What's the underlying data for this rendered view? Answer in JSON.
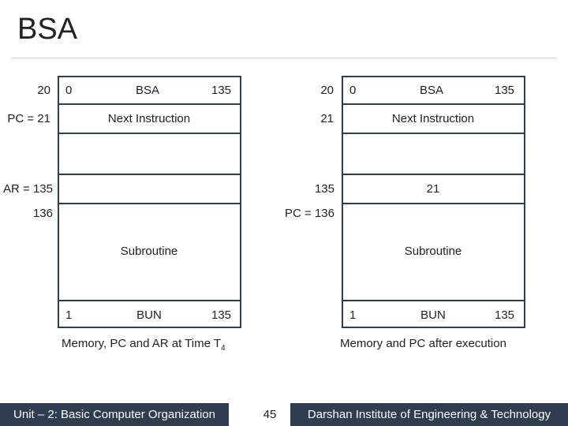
{
  "title": "BSA",
  "left": {
    "labels": {
      "addr20": "20",
      "pc": "PC = 21",
      "ar": "AR = 135",
      "addr136": "136"
    },
    "row1": {
      "bit": "0",
      "op": "BSA",
      "addr": "135"
    },
    "row2": {
      "text": "Next Instruction"
    },
    "row135": {
      "text": ""
    },
    "subroutine": "Subroutine",
    "last": {
      "bit": "1",
      "op": "BUN",
      "addr": "135"
    },
    "caption_main": "Memory, PC and AR at Time T",
    "caption_sub": "4"
  },
  "right": {
    "labels": {
      "addr20": "20",
      "addr21": "21",
      "addr135": "135",
      "pc": "PC = 136"
    },
    "row1": {
      "bit": "0",
      "op": "BSA",
      "addr": "135"
    },
    "row2": {
      "text": "Next Instruction"
    },
    "row135": {
      "text": "21"
    },
    "subroutine": "Subroutine",
    "last": {
      "bit": "1",
      "op": "BUN",
      "addr": "135"
    },
    "caption": "Memory and PC after execution"
  },
  "footer": {
    "left": "Unit – 2: Basic Computer Organization",
    "page": "45",
    "right": "Darshan Institute of Engineering & Technology"
  }
}
